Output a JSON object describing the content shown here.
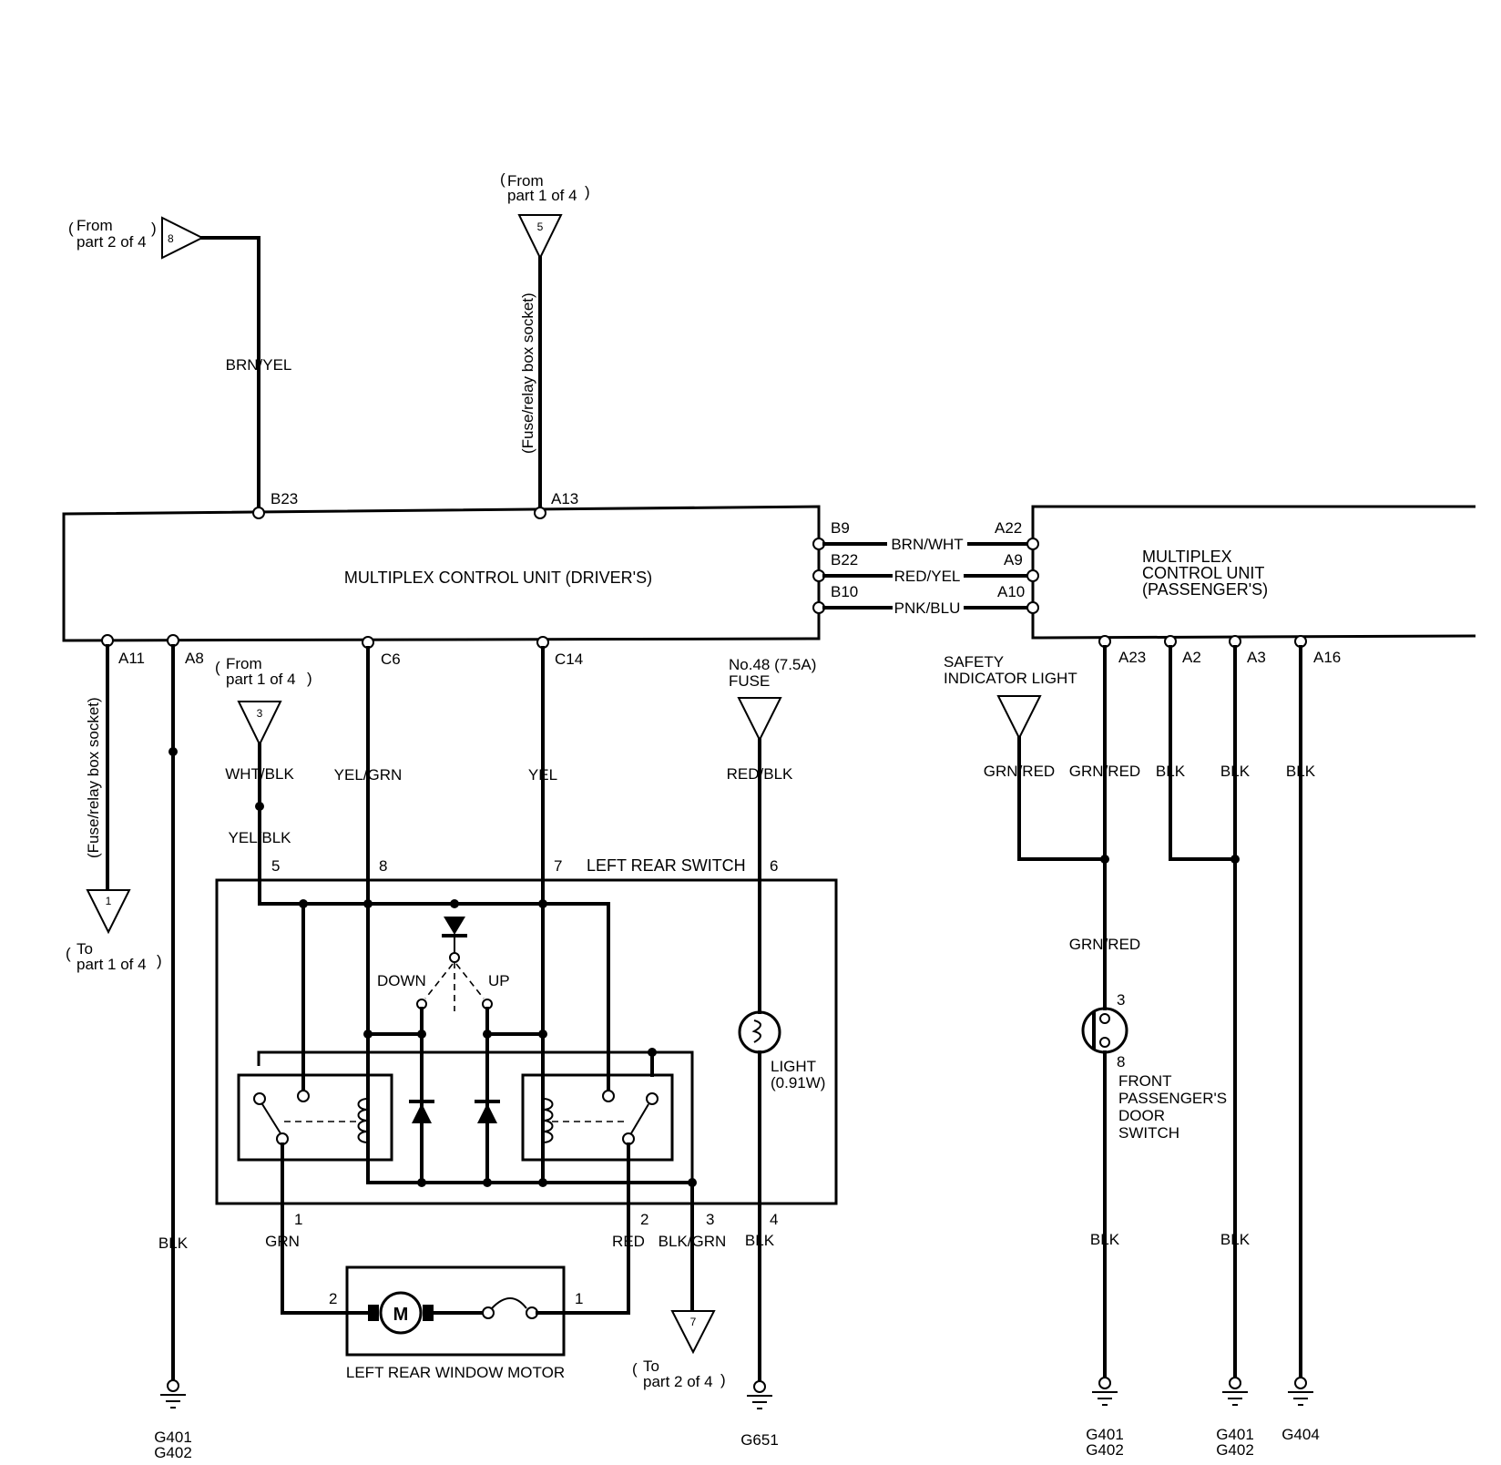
{
  "driver_unit": {
    "title": "MULTIPLEX CONTROL UNIT (DRIVER'S)",
    "pins": {
      "b23": "B23",
      "a13": "A13",
      "b9": "B9",
      "b22": "B22",
      "b10": "B10",
      "a11": "A11",
      "a8": "A8",
      "c6": "C6",
      "c14": "C14"
    }
  },
  "passenger_unit": {
    "title_lines": [
      "MULTIPLEX",
      "CONTROL UNIT",
      "(PASSENGER'S)"
    ],
    "pins": {
      "a22": "A22",
      "a9": "A9",
      "a10": "A10",
      "a23": "A23",
      "a2": "A2",
      "a3": "A3",
      "a16": "A16"
    }
  },
  "connectors": {
    "c8": {
      "num": "8",
      "lines": [
        "From",
        "part 2 of 4"
      ]
    },
    "c5": {
      "num": "5",
      "lines": [
        "From",
        "part 1 of 4"
      ]
    },
    "c3": {
      "num": "3",
      "lines": [
        "From",
        "part 1 of 4"
      ]
    },
    "c1": {
      "num": "1",
      "lines": [
        "To",
        "part 1 of 4"
      ]
    },
    "c7": {
      "num": "7",
      "lines": [
        "To",
        "part 2 of 4"
      ]
    }
  },
  "socket_labels": {
    "top": "(Fuse/relay box socket)",
    "left": "(Fuse/relay box socket)"
  },
  "wires": {
    "brn_yel": "BRN/YEL",
    "brn_wht": "BRN/WHT",
    "red_yel": "RED/YEL",
    "pnk_blu": "PNK/BLU",
    "wht_blk": "WHT/BLK",
    "yel_blk": "YEL/BLK",
    "yel_grn": "YEL/GRN",
    "yel": "YEL",
    "red_blk": "RED/BLK",
    "blk_a8": "BLK",
    "grn": "GRN",
    "red": "RED",
    "blk_grn": "BLK/GRN",
    "blk_g651": "BLK",
    "grn_red_safety": "GRN/RED",
    "grn_red_a23": "GRN/RED",
    "blk_a2": "BLK",
    "blk_a3": "BLK",
    "blk_a16": "BLK",
    "grn_red_door": "GRN/RED",
    "blk_door": "BLK",
    "blk_a3_lower": "BLK"
  },
  "fuse": {
    "lines": [
      "No.48 (7.5A)",
      "FUSE"
    ]
  },
  "safety_light": {
    "lines": [
      "SAFETY",
      "INDICATOR LIGHT"
    ]
  },
  "switch": {
    "title": "LEFT REAR SWITCH",
    "pins": {
      "p5": "5",
      "p8": "8",
      "p7": "7",
      "p6": "6",
      "p1": "1",
      "p2": "2",
      "p3": "3",
      "p4": "4"
    },
    "down": "DOWN",
    "up": "UP",
    "light_lines": [
      "LIGHT",
      "(0.91W)"
    ]
  },
  "motor": {
    "title": "LEFT REAR WINDOW MOTOR",
    "symbol": "M",
    "pin_left": "2",
    "pin_right": "1"
  },
  "door_switch": {
    "pin_top": "3",
    "pin_bottom": "8",
    "lines": [
      "FRONT",
      "PASSENGER'S",
      "DOOR",
      "SWITCH"
    ]
  },
  "grounds": {
    "g_a8": [
      "G401",
      "G402"
    ],
    "g651": [
      "G651"
    ],
    "g_a23": [
      "G401",
      "G402"
    ],
    "g_a3": [
      "G401",
      "G402"
    ],
    "g404": [
      "G404"
    ]
  }
}
